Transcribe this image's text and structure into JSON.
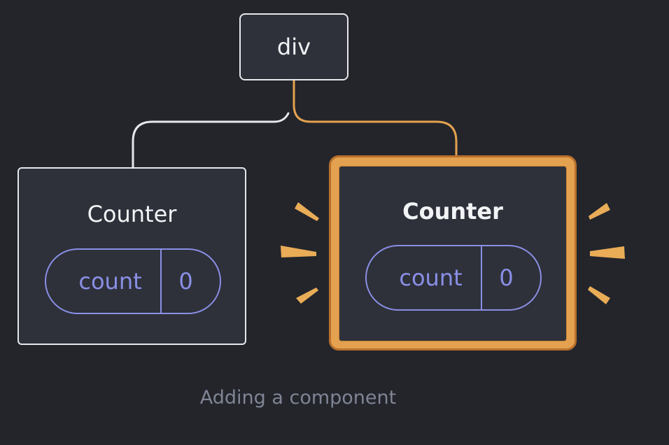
{
  "tree": {
    "root": {
      "label": "div"
    },
    "children": [
      {
        "title": "Counter",
        "state_key": "count",
        "state_value": "0",
        "highlighted": false
      },
      {
        "title": "Counter",
        "state_key": "count",
        "state_value": "0",
        "highlighted": true
      }
    ]
  },
  "caption": "Adding a component",
  "colors": {
    "background": "#23252b",
    "node_fill": "#2e313a",
    "node_border": "#e6e7ea",
    "highlight": "#e4a14f",
    "highlight_dark": "#b9702c",
    "state_pill": "#8a8fe6",
    "caption": "#7f8594"
  }
}
